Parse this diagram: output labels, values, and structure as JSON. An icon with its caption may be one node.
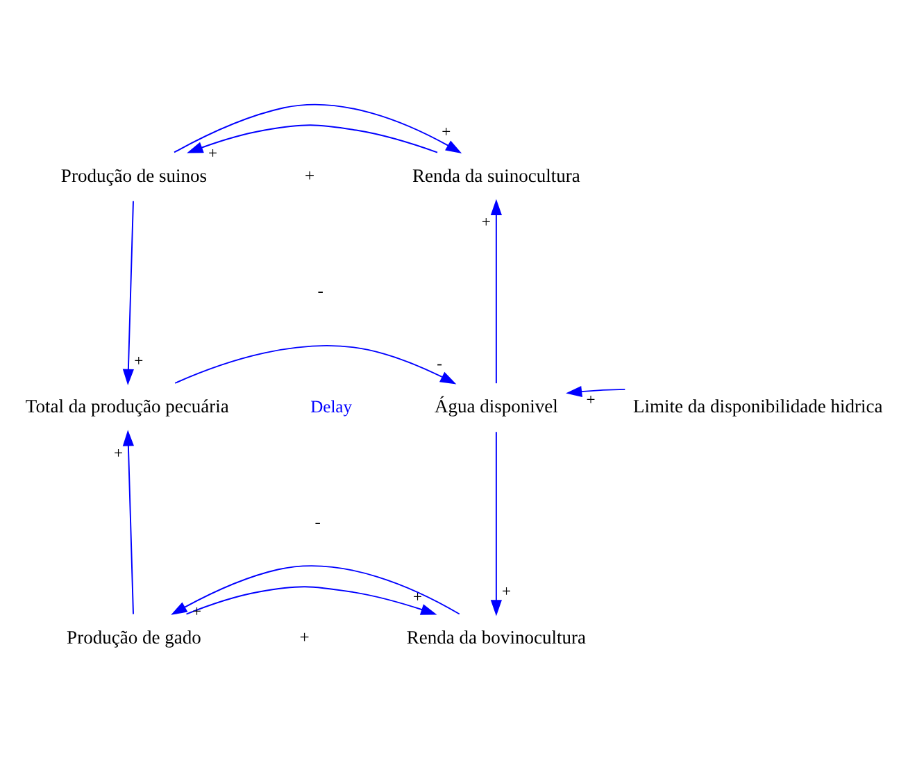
{
  "diagram": {
    "nodes": [
      {
        "text": [
          "Produção de suinos"
        ]
      },
      {
        "text": [
          "Renda da suinocultura"
        ]
      },
      {
        "text": [
          "Total da produção pecuária"
        ]
      },
      {
        "text": [
          "Água disponivel"
        ]
      },
      {
        "text": [
          "Limite da disponibilidade hidrica"
        ]
      },
      {
        "text": [
          "Produção de gado"
        ]
      },
      {
        "text": [
          "Renda da bovinocultura"
        ]
      }
    ],
    "edges": [
      {
        "from": 1,
        "to": 0,
        "arrow": "to",
        "label": "+",
        "color": "#0000ff"
      },
      {
        "from": 0,
        "to": 1,
        "arrow": "to",
        "label": "+",
        "color": "#0000ff"
      },
      {
        "from": 0,
        "to": 2,
        "arrow": "to",
        "label": "+",
        "color": "#0000ff"
      },
      {
        "from": 3,
        "to": 1,
        "arrow": "to",
        "label": "+",
        "color": "#0000ff"
      },
      {
        "from": 2,
        "to": 3,
        "arrow": "to",
        "label": "-",
        "color": "#0000ff"
      },
      {
        "from": 4,
        "to": 3,
        "arrow": "to",
        "label": "+",
        "color": "#0000ff"
      },
      {
        "from": 3,
        "to": 6,
        "arrow": "to",
        "label": "+",
        "color": "#0000ff"
      },
      {
        "from": 5,
        "to": 6,
        "arrow": "to",
        "label": "+",
        "color": "#0000ff"
      },
      {
        "from": 6,
        "to": 5,
        "arrow": "to",
        "label": "+",
        "color": "#0000ff"
      },
      {
        "from": 5,
        "to": 2,
        "arrow": "to",
        "label": "+",
        "color": "#0000ff"
      }
    ],
    "labels": [
      "+",
      "-",
      "Delay",
      "-",
      "+"
    ]
  }
}
